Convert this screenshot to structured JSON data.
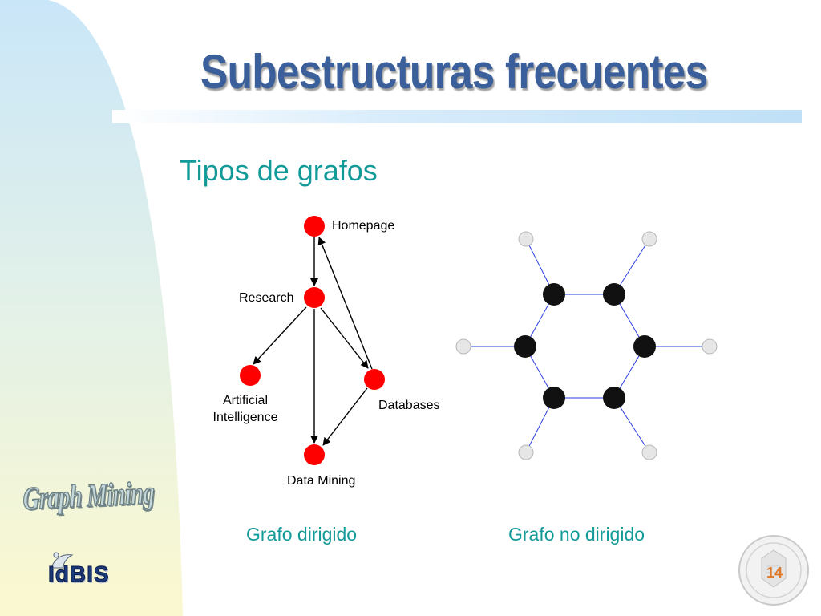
{
  "slide": {
    "title": "Subestructuras frecuentes",
    "subtitle": "Tipos de grafos",
    "page_number": "14",
    "logo_text": "Graph Mining",
    "org_logo_text": "IdBIS"
  },
  "directed_graph": {
    "caption": "Grafo dirigido",
    "nodes": [
      {
        "id": "homepage",
        "label": "Homepage"
      },
      {
        "id": "research",
        "label": "Research"
      },
      {
        "id": "ai",
        "label_line1": "Artificial",
        "label_line2": "Intelligence"
      },
      {
        "id": "databases",
        "label": "Databases"
      },
      {
        "id": "datamining",
        "label": "Data Mining"
      }
    ],
    "edges": [
      {
        "from": "homepage",
        "to": "research"
      },
      {
        "from": "research",
        "to": "ai"
      },
      {
        "from": "research",
        "to": "databases"
      },
      {
        "from": "research",
        "to": "datamining"
      },
      {
        "from": "databases",
        "to": "homepage"
      },
      {
        "from": "databases",
        "to": "datamining"
      }
    ],
    "node_color": "#ff0000"
  },
  "undirected_graph": {
    "caption": "Grafo no dirigido",
    "inner_node_color": "#111111",
    "outer_node_color": "#e6e6e6",
    "edge_color": "#2b3ee0"
  },
  "colors": {
    "title": "#3a5f9a",
    "accent": "#129a98"
  }
}
